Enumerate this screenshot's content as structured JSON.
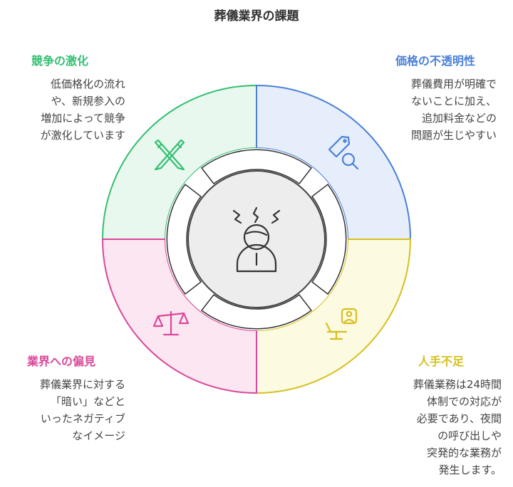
{
  "title": "葬儀業界の課題",
  "colors": {
    "green": "#35bf73",
    "blue": "#4a80d6",
    "yellow": "#d6c020",
    "pink": "#d9489a"
  },
  "sections": {
    "competition": {
      "label": "競争の激化",
      "lines": [
        "低価格化の流れ",
        "や、新規参入の",
        "増加によって競争",
        "が激化しています"
      ],
      "icon": "crossed-pencils-icon"
    },
    "pricing": {
      "label": "価格の不透明性",
      "lines": [
        "葬儀費用が明確で",
        "ないことに加え、",
        "追加料金などの",
        "問題が生じやすい"
      ],
      "icon": "price-tag-search-icon"
    },
    "labor": {
      "label": "人手不足",
      "lines": [
        "葬儀業務は24時間",
        "体制での対応が",
        "必要であり、夜間",
        "の呼び出しや",
        "突発的な業務が",
        "発生します。"
      ],
      "icon": "person-at-desk-icon"
    },
    "prejudice": {
      "label": "業界への偏見",
      "lines": [
        "葬儀業界に対する",
        "「暗い」などと",
        "いったネガティブ",
        "なイメージ"
      ],
      "icon": "balance-scale-icon"
    }
  },
  "center_icon": "stressed-person-icon"
}
